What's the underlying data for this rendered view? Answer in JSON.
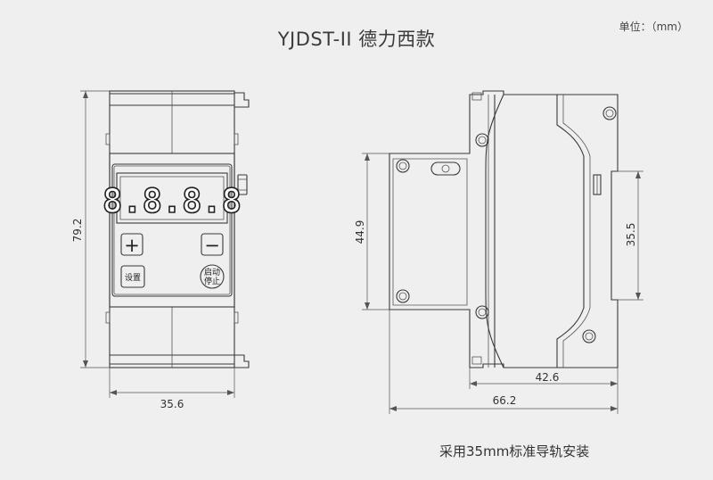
{
  "title": "YJDST-II 德力西款",
  "unit": "单位：（mm）",
  "footer": "采用35mm标准导轨安装",
  "display": {
    "digits": "8.8.8.8"
  },
  "buttons": {
    "plus": "+",
    "minus": "−",
    "set": "设置",
    "start_line1": "启动",
    "start_line2": "停止"
  },
  "dimensions": {
    "front_height": "79.2",
    "front_width": "35.6",
    "side_height": "44.9",
    "rail_height": "35.5",
    "depth_inner": "42.6",
    "depth_total": "66.2"
  },
  "colors": {
    "line": "#3a3a3a",
    "background": "#efefef",
    "display": "#ffffff"
  }
}
